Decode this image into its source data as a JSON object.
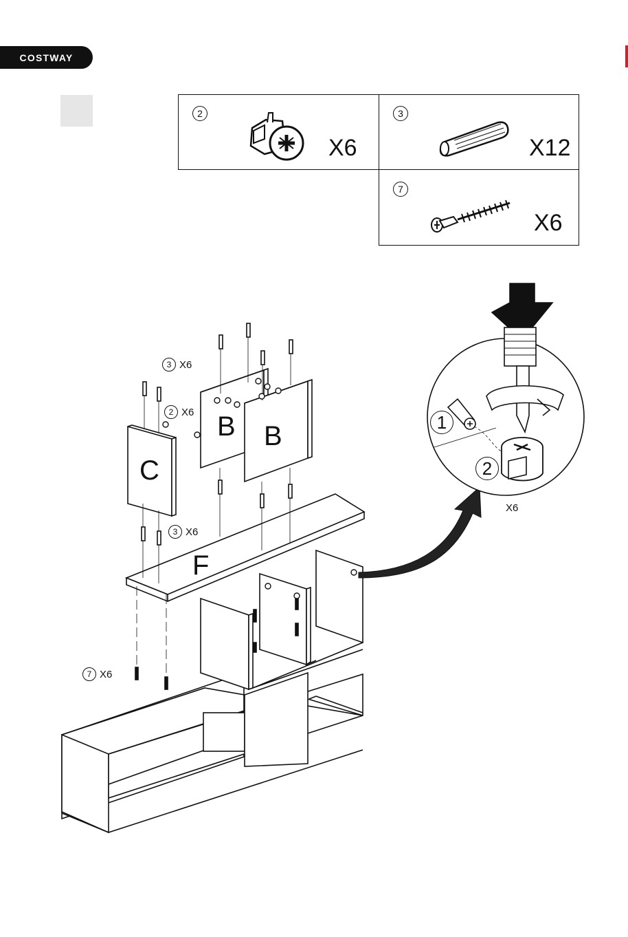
{
  "brand": {
    "name": "COSTWAY"
  },
  "parts": [
    {
      "id": "2",
      "quantity": "X6",
      "icon": "cam-lock-icon"
    },
    {
      "id": "3",
      "quantity": "X12",
      "icon": "wooden-dowel-icon"
    },
    {
      "id": "7",
      "quantity": "X6",
      "icon": "cam-bolt-screw-icon"
    }
  ],
  "diagram": {
    "panels": {
      "c": "C",
      "b1": "B",
      "b2": "B",
      "f": "F"
    },
    "callouts": [
      {
        "id": "3",
        "quantity": "X6"
      },
      {
        "id": "2",
        "quantity": "X6"
      },
      {
        "id": "3",
        "quantity": "X6"
      },
      {
        "id": "7",
        "quantity": "X6"
      }
    ],
    "detail": {
      "step1": "1",
      "step2": "2",
      "quantity": "X6"
    }
  }
}
